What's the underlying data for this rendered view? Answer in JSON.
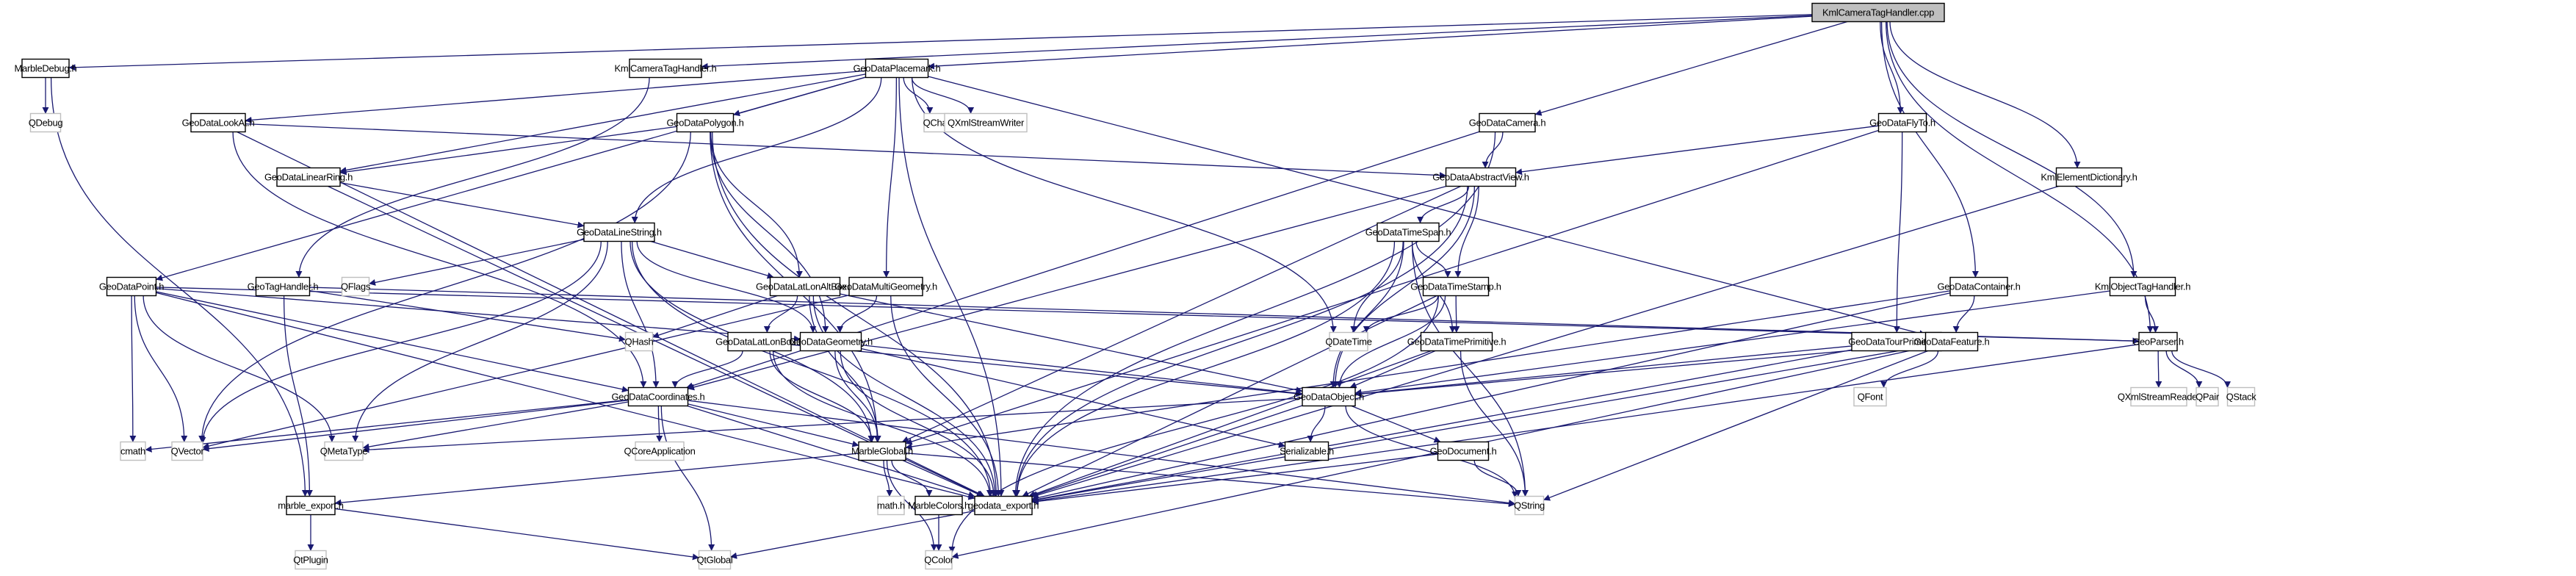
{
  "diagram": {
    "title": "KmlCameraTagHandler.cpp",
    "type": "include-dependency-graph",
    "colors": {
      "edge": "#191970",
      "root_fill": "#bfbfbf",
      "local_border": "#000000",
      "external_border": "#bfbfbf"
    },
    "nodes": [
      {
        "id": "root",
        "label": "KmlCameraTagHandler.cpp",
        "kind": "root"
      },
      {
        "id": "marbledebug",
        "label": "MarbleDebug.h",
        "kind": "local"
      },
      {
        "id": "qdebug",
        "label": "QDebug",
        "kind": "external"
      },
      {
        "id": "kmlcameratag",
        "label": "KmlCameraTagHandler.h",
        "kind": "local"
      },
      {
        "id": "placemark",
        "label": "GeoDataPlacemark.h",
        "kind": "local"
      },
      {
        "id": "lookat",
        "label": "GeoDataLookAt.h",
        "kind": "local"
      },
      {
        "id": "polygon",
        "label": "GeoDataPolygon.h",
        "kind": "local"
      },
      {
        "id": "qchar",
        "label": "QChar",
        "kind": "external"
      },
      {
        "id": "qxmlwriter",
        "label": "QXmlStreamWriter",
        "kind": "external"
      },
      {
        "id": "camera",
        "label": "GeoDataCamera.h",
        "kind": "local"
      },
      {
        "id": "flyto",
        "label": "GeoDataFlyTo.h",
        "kind": "local"
      },
      {
        "id": "kmldict",
        "label": "KmlElementDictionary.h",
        "kind": "local"
      },
      {
        "id": "linearring",
        "label": "GeoDataLinearRing.h",
        "kind": "local"
      },
      {
        "id": "abstractview",
        "label": "GeoDataAbstractView.h",
        "kind": "local"
      },
      {
        "id": "linestring",
        "label": "GeoDataLineString.h",
        "kind": "local"
      },
      {
        "id": "timespan",
        "label": "GeoDataTimeSpan.h",
        "kind": "local"
      },
      {
        "id": "point",
        "label": "GeoDataPoint.h",
        "kind": "local"
      },
      {
        "id": "taghandler",
        "label": "GeoTagHandler.h",
        "kind": "local"
      },
      {
        "id": "qflags",
        "label": "QFlags",
        "kind": "external"
      },
      {
        "id": "latlonaltbox",
        "label": "GeoDataLatLonAltBox.h",
        "kind": "local"
      },
      {
        "id": "multigeom",
        "label": "GeoDataMultiGeometry.h",
        "kind": "local"
      },
      {
        "id": "timestamp",
        "label": "GeoDataTimeStamp.h",
        "kind": "local"
      },
      {
        "id": "container",
        "label": "GeoDataContainer.h",
        "kind": "local"
      },
      {
        "id": "kmlobjtag",
        "label": "KmlObjectTagHandler.h",
        "kind": "local"
      },
      {
        "id": "qhash",
        "label": "QHash",
        "kind": "external"
      },
      {
        "id": "latlonbox",
        "label": "GeoDataLatLonBox.h",
        "kind": "local"
      },
      {
        "id": "geometry",
        "label": "GeoDataGeometry.h",
        "kind": "local"
      },
      {
        "id": "qdatetime",
        "label": "QDateTime",
        "kind": "external"
      },
      {
        "id": "timeprimitive",
        "label": "GeoDataTimePrimitive.h",
        "kind": "local"
      },
      {
        "id": "tourprimitive",
        "label": "GeoDataTourPrimitive.h",
        "kind": "local"
      },
      {
        "id": "feature",
        "label": "GeoDataFeature.h",
        "kind": "local"
      },
      {
        "id": "geoparser",
        "label": "GeoParser.h",
        "kind": "local"
      },
      {
        "id": "coordinates",
        "label": "GeoDataCoordinates.h",
        "kind": "local"
      },
      {
        "id": "geodataobject",
        "label": "GeoDataObject.h",
        "kind": "local"
      },
      {
        "id": "qfont",
        "label": "QFont",
        "kind": "external"
      },
      {
        "id": "qxmlreader",
        "label": "QXmlStreamReader",
        "kind": "external"
      },
      {
        "id": "qpair",
        "label": "QPair",
        "kind": "external"
      },
      {
        "id": "qstack",
        "label": "QStack",
        "kind": "external"
      },
      {
        "id": "cmath",
        "label": "cmath",
        "kind": "external"
      },
      {
        "id": "qvector",
        "label": "QVector",
        "kind": "external"
      },
      {
        "id": "qmetatype",
        "label": "QMetaType",
        "kind": "external"
      },
      {
        "id": "qcoreapp",
        "label": "QCoreApplication",
        "kind": "external"
      },
      {
        "id": "marbleglobal",
        "label": "MarbleGlobal.h",
        "kind": "local"
      },
      {
        "id": "serializable",
        "label": "Serializable.h",
        "kind": "local"
      },
      {
        "id": "geodocument",
        "label": "GeoDocument.h",
        "kind": "local"
      },
      {
        "id": "marbleexport",
        "label": "marble_export.h",
        "kind": "local"
      },
      {
        "id": "mathh",
        "label": "math.h",
        "kind": "external"
      },
      {
        "id": "marblecolors",
        "label": "MarbleColors.h",
        "kind": "local"
      },
      {
        "id": "geodataexport",
        "label": "geodata_export.h",
        "kind": "local"
      },
      {
        "id": "qstring",
        "label": "QString",
        "kind": "external"
      },
      {
        "id": "qtplugin",
        "label": "QtPlugin",
        "kind": "external"
      },
      {
        "id": "qtglobal",
        "label": "QtGlobal",
        "kind": "external"
      },
      {
        "id": "qcolor",
        "label": "QColor",
        "kind": "external"
      }
    ],
    "edges": [
      [
        "root",
        "marbledebug"
      ],
      [
        "root",
        "kmlcameratag"
      ],
      [
        "root",
        "placemark"
      ],
      [
        "root",
        "camera"
      ],
      [
        "root",
        "flyto"
      ],
      [
        "root",
        "container"
      ],
      [
        "root",
        "kmldict"
      ],
      [
        "root",
        "kmlobjtag"
      ],
      [
        "root",
        "geoparser"
      ],
      [
        "marbledebug",
        "qdebug"
      ],
      [
        "marbledebug",
        "marbleexport"
      ],
      [
        "kmlcameratag",
        "taghandler"
      ],
      [
        "placemark",
        "lookat"
      ],
      [
        "placemark",
        "polygon"
      ],
      [
        "placemark",
        "qchar"
      ],
      [
        "placemark",
        "qxmlwriter"
      ],
      [
        "placemark",
        "linearring"
      ],
      [
        "placemark",
        "linestring"
      ],
      [
        "placemark",
        "point"
      ],
      [
        "placemark",
        "multigeom"
      ],
      [
        "placemark",
        "qdatetime"
      ],
      [
        "placemark",
        "feature"
      ],
      [
        "placemark",
        "geodataexport"
      ],
      [
        "lookat",
        "abstractview"
      ],
      [
        "lookat",
        "coordinates"
      ],
      [
        "lookat",
        "geodataexport"
      ],
      [
        "polygon",
        "linearring"
      ],
      [
        "polygon",
        "latlonaltbox"
      ],
      [
        "polygon",
        "geometry"
      ],
      [
        "polygon",
        "qvector"
      ],
      [
        "polygon",
        "marbleglobal"
      ],
      [
        "polygon",
        "geodataexport"
      ],
      [
        "camera",
        "abstractview"
      ],
      [
        "camera",
        "coordinates"
      ],
      [
        "camera",
        "geodataexport"
      ],
      [
        "flyto",
        "abstractview"
      ],
      [
        "flyto",
        "tourprimitive"
      ],
      [
        "flyto",
        "marbleglobal"
      ],
      [
        "kmldict",
        "geodataexport"
      ],
      [
        "linearring",
        "linestring"
      ],
      [
        "linearring",
        "geodataexport"
      ],
      [
        "abstractview",
        "timespan"
      ],
      [
        "abstractview",
        "timestamp"
      ],
      [
        "abstractview",
        "geodataobject"
      ],
      [
        "abstractview",
        "coordinates"
      ],
      [
        "abstractview",
        "marbleglobal"
      ],
      [
        "abstractview",
        "geodataexport"
      ],
      [
        "linestring",
        "qflags"
      ],
      [
        "linestring",
        "latlonaltbox"
      ],
      [
        "linestring",
        "geometry"
      ],
      [
        "linestring",
        "coordinates"
      ],
      [
        "linestring",
        "qvector"
      ],
      [
        "linestring",
        "qmetatype"
      ],
      [
        "linestring",
        "marbleglobal"
      ],
      [
        "linestring",
        "geodataexport"
      ],
      [
        "timespan",
        "timestamp"
      ],
      [
        "timespan",
        "qdatetime"
      ],
      [
        "timespan",
        "timeprimitive"
      ],
      [
        "timespan",
        "geodataobject"
      ],
      [
        "timespan",
        "geodataexport"
      ],
      [
        "timespan",
        "qstring"
      ],
      [
        "point",
        "geometry"
      ],
      [
        "point",
        "coordinates"
      ],
      [
        "point",
        "qvector"
      ],
      [
        "point",
        "cmath"
      ],
      [
        "point",
        "qmetatype"
      ],
      [
        "point",
        "geodataexport"
      ],
      [
        "point",
        "geoparser"
      ],
      [
        "taghandler",
        "qhash"
      ],
      [
        "taghandler",
        "geoparser"
      ],
      [
        "taghandler",
        "marbleexport"
      ],
      [
        "latlonaltbox",
        "latlonbox"
      ],
      [
        "latlonaltbox",
        "qhash"
      ],
      [
        "latlonaltbox",
        "geodataobject"
      ],
      [
        "latlonaltbox",
        "marbleglobal"
      ],
      [
        "latlonaltbox",
        "geodataexport"
      ],
      [
        "multigeom",
        "geometry"
      ],
      [
        "multigeom",
        "qvector"
      ],
      [
        "multigeom",
        "geodataexport"
      ],
      [
        "timestamp",
        "timeprimitive"
      ],
      [
        "timestamp",
        "qdatetime"
      ],
      [
        "timestamp",
        "geodataobject"
      ],
      [
        "timestamp",
        "geodataexport"
      ],
      [
        "timestamp",
        "qcolor"
      ],
      [
        "container",
        "feature"
      ],
      [
        "container",
        "marbleglobal"
      ],
      [
        "container",
        "geodataexport"
      ],
      [
        "kmlobjtag",
        "geoparser"
      ],
      [
        "kmlobjtag",
        "geodataobject"
      ],
      [
        "latlonbox",
        "coordinates"
      ],
      [
        "latlonbox",
        "geodataobject"
      ],
      [
        "latlonbox",
        "marbleglobal"
      ],
      [
        "latlonbox",
        "geodataexport"
      ],
      [
        "geometry",
        "geodataobject"
      ],
      [
        "geometry",
        "marbleglobal"
      ],
      [
        "geometry",
        "serializable"
      ],
      [
        "geometry",
        "geodataexport"
      ],
      [
        "timeprimitive",
        "geodataobject"
      ],
      [
        "timeprimitive",
        "geodataexport"
      ],
      [
        "timeprimitive",
        "qstring"
      ],
      [
        "tourprimitive",
        "geodataobject"
      ],
      [
        "tourprimitive",
        "geodataexport"
      ],
      [
        "feature",
        "qfont"
      ],
      [
        "feature",
        "geodataobject"
      ],
      [
        "feature",
        "geodataexport"
      ],
      [
        "feature",
        "qstring"
      ],
      [
        "feature",
        "qcolor"
      ],
      [
        "geoparser",
        "qxmlreader"
      ],
      [
        "geoparser",
        "qpair"
      ],
      [
        "geoparser",
        "qstack"
      ],
      [
        "geoparser",
        "geodataexport"
      ],
      [
        "coordinates",
        "qvector"
      ],
      [
        "coordinates",
        "qmetatype"
      ],
      [
        "coordinates",
        "qcoreapp"
      ],
      [
        "coordinates",
        "marbleglobal"
      ],
      [
        "coordinates",
        "geodataexport"
      ],
      [
        "coordinates",
        "cmath"
      ],
      [
        "coordinates",
        "qtglobal"
      ],
      [
        "coordinates",
        "qstring"
      ],
      [
        "geodataobject",
        "serializable"
      ],
      [
        "geodataobject",
        "geodocument"
      ],
      [
        "geodataobject",
        "geodataexport"
      ],
      [
        "geodataobject",
        "qmetatype"
      ],
      [
        "geodataobject",
        "qstring"
      ],
      [
        "marbleglobal",
        "mathh"
      ],
      [
        "marbleglobal",
        "marblecolors"
      ],
      [
        "marbleglobal",
        "qcolor"
      ],
      [
        "marbleglobal",
        "marbleexport"
      ],
      [
        "marbleglobal",
        "qstring"
      ],
      [
        "marbleglobal",
        "geodataexport"
      ],
      [
        "geodocument",
        "qstring"
      ],
      [
        "geodocument",
        "geodataexport"
      ],
      [
        "marbleexport",
        "qtplugin"
      ],
      [
        "marbleexport",
        "qtglobal"
      ],
      [
        "marblecolors",
        "qcolor"
      ],
      [
        "geodataexport",
        "qtglobal"
      ]
    ]
  }
}
